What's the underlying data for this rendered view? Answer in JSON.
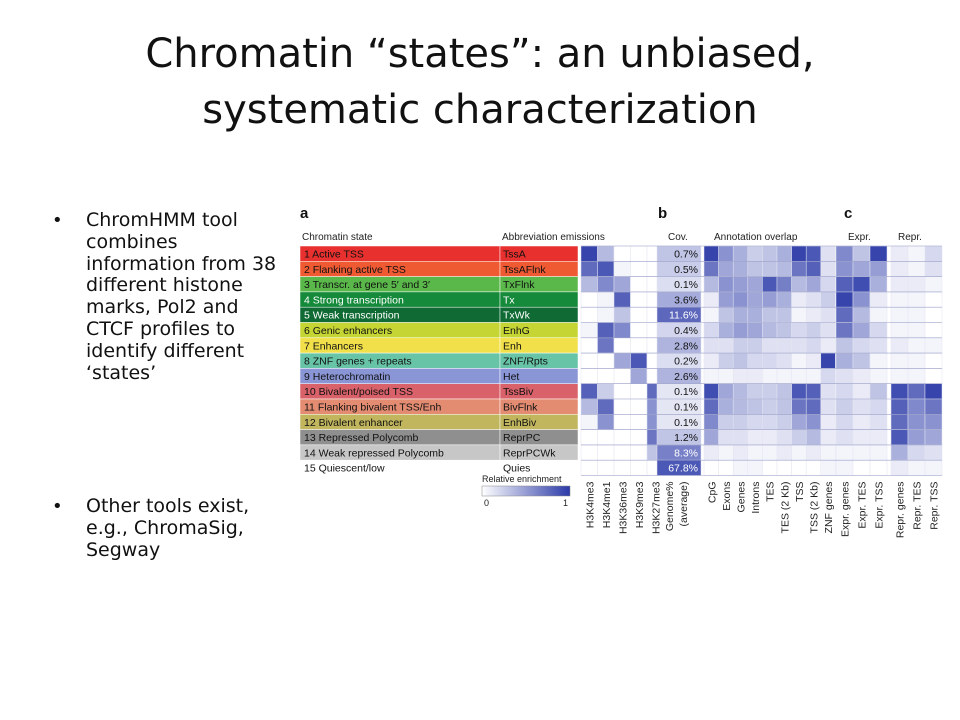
{
  "slide": {
    "title_line1": "Chromatin “states”: an unbiased,",
    "title_line2": "systematic characterization",
    "bullets": [
      "ChromHMM tool combines information from 38 different histone marks, Pol2 and CTCF profiles to identify different ‘states’",
      "Other tools exist, e.g., ChromaSig, Segway"
    ]
  },
  "figure": {
    "panel_labels": [
      "a",
      "b",
      "c"
    ],
    "headers": {
      "chromatin_state": "Chromatin state",
      "abbrev_emissions": "Abbreviation emissions",
      "cov": "Cov.",
      "annotation_overlap": "Annotation overlap",
      "expr": "Expr.",
      "repr": "Repr."
    },
    "legend": {
      "title": "Relative enrichment",
      "min": "0",
      "max": "1"
    },
    "accent_color": "#2b3aa8",
    "states": [
      {
        "label": "1 Active TSS",
        "abbr": "TssA",
        "cov": "0.7%",
        "color": "#e8312e"
      },
      {
        "label": "2 Flanking active TSS",
        "abbr": "TssAFlnk",
        "cov": "0.5%",
        "color": "#ef5a33"
      },
      {
        "label": "3 Transcr. at gene 5′ and 3′",
        "abbr": "TxFlnk",
        "cov": "0.1%",
        "color": "#5ab84a"
      },
      {
        "label": "4 Strong transcription",
        "abbr": "Tx",
        "cov": "3.6%",
        "color": "#158a3b"
      },
      {
        "label": "5 Weak transcription",
        "abbr": "TxWk",
        "cov": "11.6%",
        "color": "#0f6a34"
      },
      {
        "label": "6 Genic enhancers",
        "abbr": "EnhG",
        "cov": "0.4%",
        "color": "#c5d534"
      },
      {
        "label": "7 Enhancers",
        "abbr": "Enh",
        "cov": "2.8%",
        "color": "#f2e04b"
      },
      {
        "label": "8 ZNF genes + repeats",
        "abbr": "ZNF/Rpts",
        "cov": "0.2%",
        "color": "#67c4a6"
      },
      {
        "label": "9 Heterochromatin",
        "abbr": "Het",
        "cov": "2.6%",
        "color": "#8a95d6"
      },
      {
        "label": "10 Bivalent/poised TSS",
        "abbr": "TssBiv",
        "cov": "0.1%",
        "color": "#d9626a"
      },
      {
        "label": "11 Flanking bivalent TSS/Enh",
        "abbr": "BivFlnk",
        "cov": "0.1%",
        "color": "#e48c72"
      },
      {
        "label": "12 Bivalent enhancer",
        "abbr": "EnhBiv",
        "cov": "0.1%",
        "color": "#c1b65d"
      },
      {
        "label": "13 Repressed Polycomb",
        "abbr": "ReprPC",
        "cov": "1.2%",
        "color": "#8f8f8f"
      },
      {
        "label": "14 Weak repressed Polycomb",
        "abbr": "ReprPCWk",
        "cov": "8.3%",
        "color": "#c7c7c7"
      },
      {
        "label": "15 Quiescent/low",
        "abbr": "Quies",
        "cov": "67.8%",
        "color": "#ffffff"
      }
    ],
    "emission_columns": [
      "H3K4me3",
      "H3K4me1",
      "H3K36me3",
      "H3K9me3",
      "H3K27me3"
    ],
    "cov_column": [
      "Genome%",
      "(average)"
    ],
    "annotation_columns": [
      "CpG",
      "Exons",
      "Genes",
      "Introns",
      "TES",
      "TES (2 Kb)",
      "TSS",
      "TSS (2 Kb)",
      "ZNF genes"
    ],
    "expr_columns": [
      "Expr. genes",
      "Expr. TES",
      "Expr. TSS"
    ],
    "repr_columns": [
      "Repr. genes",
      "Repr. TES",
      "Repr. TSS"
    ],
    "emissions": [
      [
        0.95,
        0.35,
        0.0,
        0.0,
        0.0
      ],
      [
        0.75,
        0.85,
        0.05,
        0.0,
        0.0
      ],
      [
        0.35,
        0.6,
        0.45,
        0.0,
        0.0
      ],
      [
        0.0,
        0.05,
        0.8,
        0.0,
        0.0
      ],
      [
        0.0,
        0.05,
        0.3,
        0.0,
        0.0
      ],
      [
        0.05,
        0.8,
        0.6,
        0.0,
        0.0
      ],
      [
        0.0,
        0.7,
        0.0,
        0.0,
        0.0
      ],
      [
        0.0,
        0.0,
        0.45,
        0.85,
        0.0
      ],
      [
        0.0,
        0.0,
        0.0,
        0.45,
        0.0
      ],
      [
        0.8,
        0.25,
        0.0,
        0.0,
        0.75
      ],
      [
        0.35,
        0.75,
        0.0,
        0.0,
        0.55
      ],
      [
        0.05,
        0.55,
        0.0,
        0.0,
        0.55
      ],
      [
        0.0,
        0.0,
        0.0,
        0.0,
        0.7
      ],
      [
        0.0,
        0.0,
        0.0,
        0.0,
        0.3
      ],
      [
        0.0,
        0.0,
        0.0,
        0.0,
        0.0
      ]
    ],
    "genome_cov": [
      0.35,
      0.3,
      0.2,
      0.5,
      0.9,
      0.25,
      0.45,
      0.2,
      0.45,
      0.15,
      0.15,
      0.15,
      0.35,
      0.75,
      1.0
    ],
    "annotation": [
      [
        0.95,
        0.55,
        0.4,
        0.25,
        0.3,
        0.4,
        0.95,
        0.85,
        0.15
      ],
      [
        0.7,
        0.45,
        0.4,
        0.3,
        0.3,
        0.35,
        0.7,
        0.8,
        0.15
      ],
      [
        0.35,
        0.55,
        0.5,
        0.45,
        0.85,
        0.65,
        0.35,
        0.45,
        0.2
      ],
      [
        0.1,
        0.5,
        0.55,
        0.45,
        0.5,
        0.4,
        0.1,
        0.15,
        0.25
      ],
      [
        0.05,
        0.3,
        0.4,
        0.4,
        0.3,
        0.3,
        0.05,
        0.1,
        0.15
      ],
      [
        0.2,
        0.4,
        0.5,
        0.45,
        0.35,
        0.3,
        0.2,
        0.25,
        0.15
      ],
      [
        0.15,
        0.15,
        0.25,
        0.25,
        0.15,
        0.15,
        0.15,
        0.2,
        0.1
      ],
      [
        0.1,
        0.25,
        0.3,
        0.2,
        0.2,
        0.15,
        0.05,
        0.1,
        0.95
      ],
      [
        0.05,
        0.05,
        0.1,
        0.1,
        0.05,
        0.05,
        0.05,
        0.05,
        0.2
      ],
      [
        0.9,
        0.45,
        0.35,
        0.25,
        0.25,
        0.3,
        0.85,
        0.8,
        0.15
      ],
      [
        0.75,
        0.4,
        0.35,
        0.3,
        0.25,
        0.3,
        0.7,
        0.75,
        0.15
      ],
      [
        0.6,
        0.25,
        0.25,
        0.2,
        0.2,
        0.25,
        0.45,
        0.55,
        0.1
      ],
      [
        0.45,
        0.15,
        0.15,
        0.1,
        0.1,
        0.15,
        0.25,
        0.35,
        0.1
      ],
      [
        0.1,
        0.05,
        0.1,
        0.05,
        0.05,
        0.1,
        0.05,
        0.1,
        0.05
      ],
      [
        0.0,
        0.0,
        0.05,
        0.05,
        0.0,
        0.0,
        0.0,
        0.0,
        0.05
      ]
    ],
    "expr": [
      [
        0.6,
        0.3,
        0.95
      ],
      [
        0.55,
        0.45,
        0.5
      ],
      [
        0.8,
        0.9,
        0.4
      ],
      [
        0.95,
        0.55,
        0.1
      ],
      [
        0.75,
        0.35,
        0.05
      ],
      [
        0.7,
        0.45,
        0.2
      ],
      [
        0.3,
        0.2,
        0.15
      ],
      [
        0.4,
        0.3,
        0.05
      ],
      [
        0.15,
        0.1,
        0.05
      ],
      [
        0.2,
        0.1,
        0.3
      ],
      [
        0.25,
        0.15,
        0.2
      ],
      [
        0.2,
        0.1,
        0.15
      ],
      [
        0.15,
        0.1,
        0.1
      ],
      [
        0.05,
        0.05,
        0.05
      ],
      [
        0.05,
        0.0,
        0.0
      ]
    ],
    "repr": [
      [
        0.1,
        0.05,
        0.2
      ],
      [
        0.1,
        0.05,
        0.15
      ],
      [
        0.1,
        0.1,
        0.05
      ],
      [
        0.05,
        0.05,
        0.0
      ],
      [
        0.05,
        0.05,
        0.0
      ],
      [
        0.05,
        0.05,
        0.0
      ],
      [
        0.1,
        0.05,
        0.05
      ],
      [
        0.05,
        0.05,
        0.0
      ],
      [
        0.05,
        0.05,
        0.0
      ],
      [
        0.9,
        0.75,
        0.95
      ],
      [
        0.8,
        0.6,
        0.7
      ],
      [
        0.75,
        0.55,
        0.55
      ],
      [
        0.85,
        0.5,
        0.45
      ],
      [
        0.4,
        0.2,
        0.15
      ],
      [
        0.1,
        0.05,
        0.05
      ]
    ]
  }
}
